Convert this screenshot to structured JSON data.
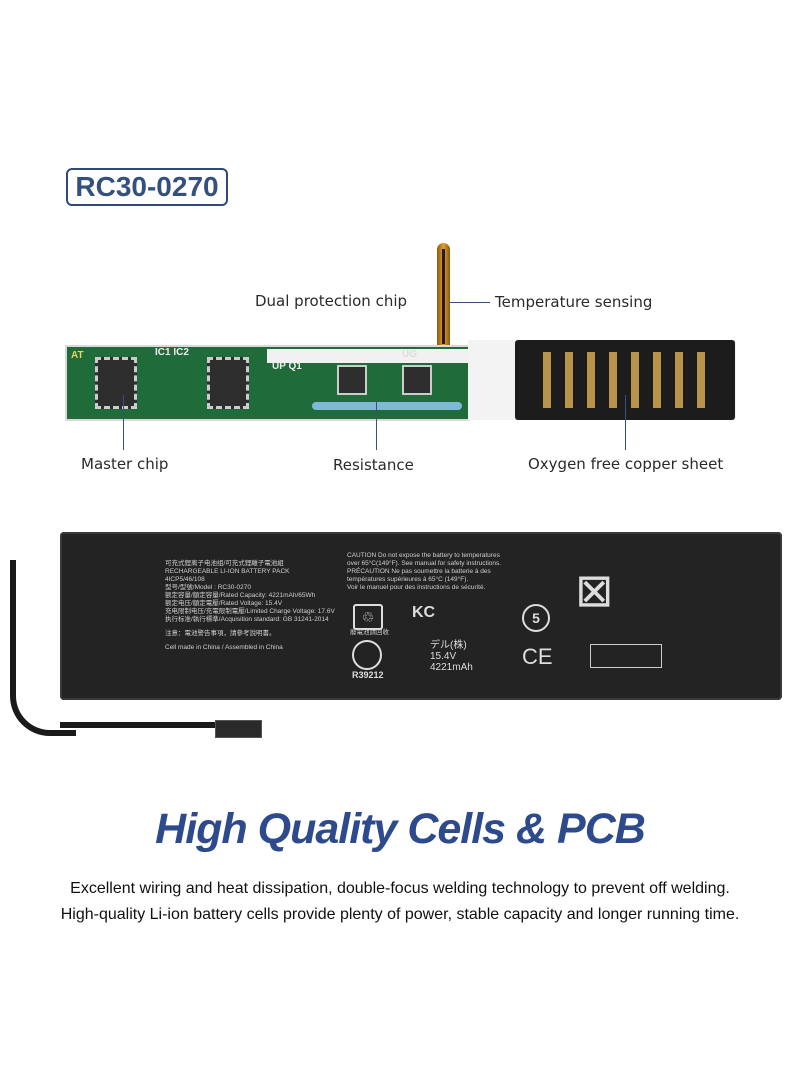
{
  "model_badge": "RC30-0270",
  "pcb_diagram": {
    "labels": {
      "dual_protection_chip": "Dual protection chip",
      "temperature_sensing": "Temperature sensing",
      "master_chip": "Master chip",
      "resistance": "Resistance",
      "oxygen_free_copper_sheet": "Oxygen free copper sheet"
    },
    "silkscreen": [
      "AT",
      "IC1 IC2",
      "UP Q1",
      "UG"
    ]
  },
  "battery_label": {
    "left_block": [
      "可充式鋰离子电池组/可充式鋰離子電池組",
      "RECHARGEABLE LI-ION BATTERY PACK",
      "4ICP5/46/108",
      "型号/型號/Model : RC30-0270",
      "额定容量/額定容量/Rated Capacity: 4221mAh/65Wh",
      "额定电压/額定電壓/Rated Voltage: 15.4V",
      "充电限制电压/充電限制電壓/Limited Charge Voltage: 17.6V",
      "执行标准/執行標準/Acquisition standard: GB 31241-2014",
      "注意：電池警告事項，請參考說明書。",
      "Cell made in China / Assembled in China"
    ],
    "caution": [
      "CAUTION Do not expose the battery to temperatures",
      "over 65°C(149°F). See manual for safety instructions.",
      "PRÉCAUTION Ne pas soumettre la batterie à des",
      "températures supérieures à 65°C (149°F).",
      "Voir le manuel pour des instructions de sécurité."
    ],
    "recycle_caption": "廢電池請回收",
    "cert_number": "R39212",
    "jp_lines": [
      "デル(株)",
      "15.4V",
      "4221mAh"
    ],
    "kc_mark": "KC",
    "ce_mark": "CE",
    "rohs_number": "5"
  },
  "headline": "High Quality Cells & PCB",
  "description": [
    "Excellent wiring and heat dissipation, double-focus welding technology to prevent off welding.",
    "High-quality Li-ion battery cells provide plenty of power, stable capacity and longer running time."
  ],
  "colors": {
    "brand_blue": "#2c4a8c",
    "pcb_green": "#1f6b3a",
    "battery_black": "#232323"
  }
}
